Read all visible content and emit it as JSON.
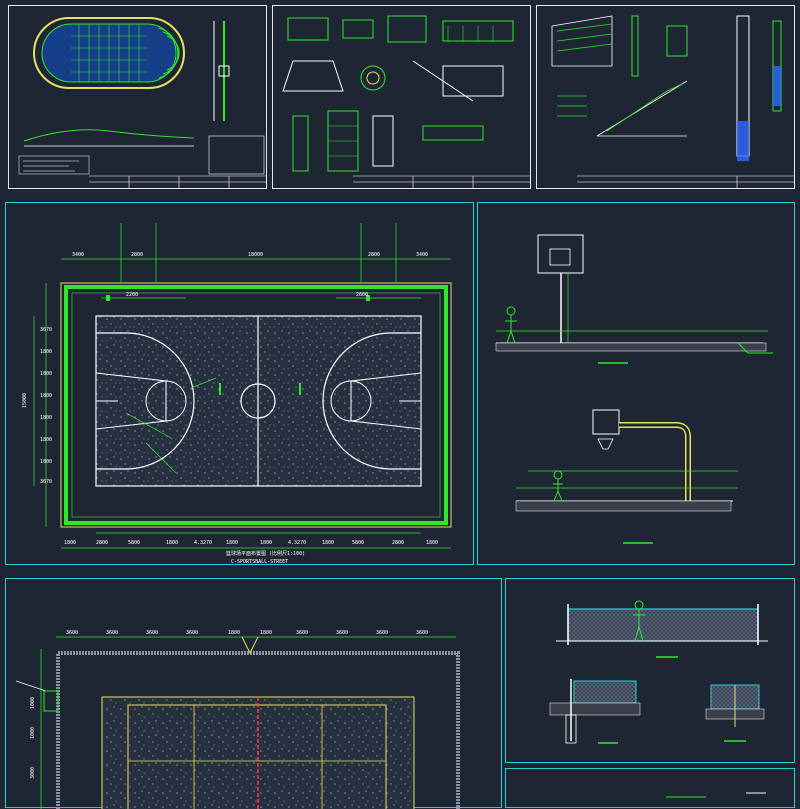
{
  "colors": {
    "background": "#1f2633",
    "frame": "#e8e8e8",
    "panel_border": "#23d0d6",
    "green": "#2ee82e",
    "yellow": "#e6e05a",
    "white": "#ffffff",
    "red": "#ff3a3a",
    "blue": "#2f6bff",
    "speckle": "#8a95a8"
  },
  "basketball_plan": {
    "top_dims": [
      "3400",
      "2800",
      "18000",
      "2800",
      "3400"
    ],
    "sub_dims": [
      "2200",
      "2600"
    ],
    "bottom_dims": [
      "1800",
      "2800",
      "5800",
      "1800",
      "4.3270",
      "1800",
      "1800",
      "4.3270",
      "1800",
      "5800",
      "2800",
      "1800"
    ],
    "left_dims": [
      "3670",
      "1800",
      "1800",
      "1800",
      "1800",
      "1800",
      "1800",
      "3670"
    ],
    "total_width": "15000",
    "caption_line1": "篮球场平面布置图 (比例尺1:100)",
    "caption_line2": "C-SPORTSBALL-STREET"
  },
  "volleyball_plan": {
    "top_dims": [
      "3600",
      "3600",
      "3600",
      "3600",
      "1800",
      "1800",
      "3600",
      "3600",
      "3600",
      "3600"
    ],
    "left_dims": [
      "1000",
      "1000",
      "3000"
    ]
  }
}
